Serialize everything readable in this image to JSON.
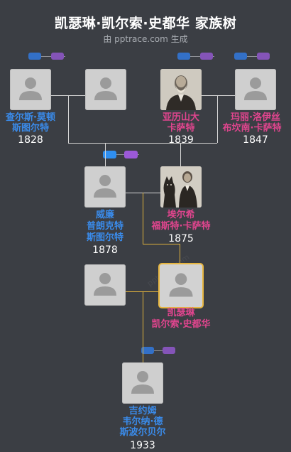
{
  "header": {
    "title": "凯瑟琳·凯尔索·史都华 家族树",
    "subtitle": "由 pptrace.com 生成"
  },
  "watermark": "pptrace.com",
  "persons": {
    "charles": {
      "name_line1": "查尔斯·莫顿",
      "name_line2": "斯图尔特",
      "year": "1828",
      "gender": "male",
      "photo": "placeholder"
    },
    "charles_spouse": {
      "name_line1": "",
      "name_line2": "",
      "year": "",
      "gender": "unknown",
      "photo": "placeholder"
    },
    "alexander": {
      "name_line1": "亚历山大",
      "name_line2": "卡萨特",
      "year": "1839",
      "gender": "male",
      "photo": "portrait"
    },
    "maria": {
      "name_line1": "玛丽·洛伊丝",
      "name_line2": "布坎南·卡萨特",
      "year": "1847",
      "gender": "female",
      "photo": "placeholder"
    },
    "william": {
      "name_line1": "威廉",
      "name_line2": "普朗克特",
      "name_line3": "斯图尔特",
      "year": "1878",
      "gender": "male",
      "photo": "placeholder"
    },
    "elsie": {
      "name_line1": "埃尔希",
      "name_line2": "福斯特·卡萨特",
      "year": "1875",
      "gender": "female",
      "photo": "portrait-with-dog"
    },
    "catherine_spouse": {
      "name_line1": "",
      "name_line2": "",
      "year": "",
      "gender": "unknown",
      "photo": "placeholder"
    },
    "catherine": {
      "name_line1": "凯瑟琳",
      "name_line2": "凯尔索·史都华",
      "year": "",
      "gender": "female",
      "photo": "placeholder",
      "selected": true
    },
    "jiyuemu": {
      "name_line1": "吉约姆",
      "name_line2": "韦尔纳·德",
      "name_line3": "斯波尔贝尔",
      "year": "1933",
      "gender": "male",
      "photo": "placeholder"
    }
  },
  "colors": {
    "male": "#3a8bea",
    "female": "#e0458e",
    "line": "#d6d6d6",
    "highlight": "#e0b23c",
    "background": "#3b3e44"
  }
}
